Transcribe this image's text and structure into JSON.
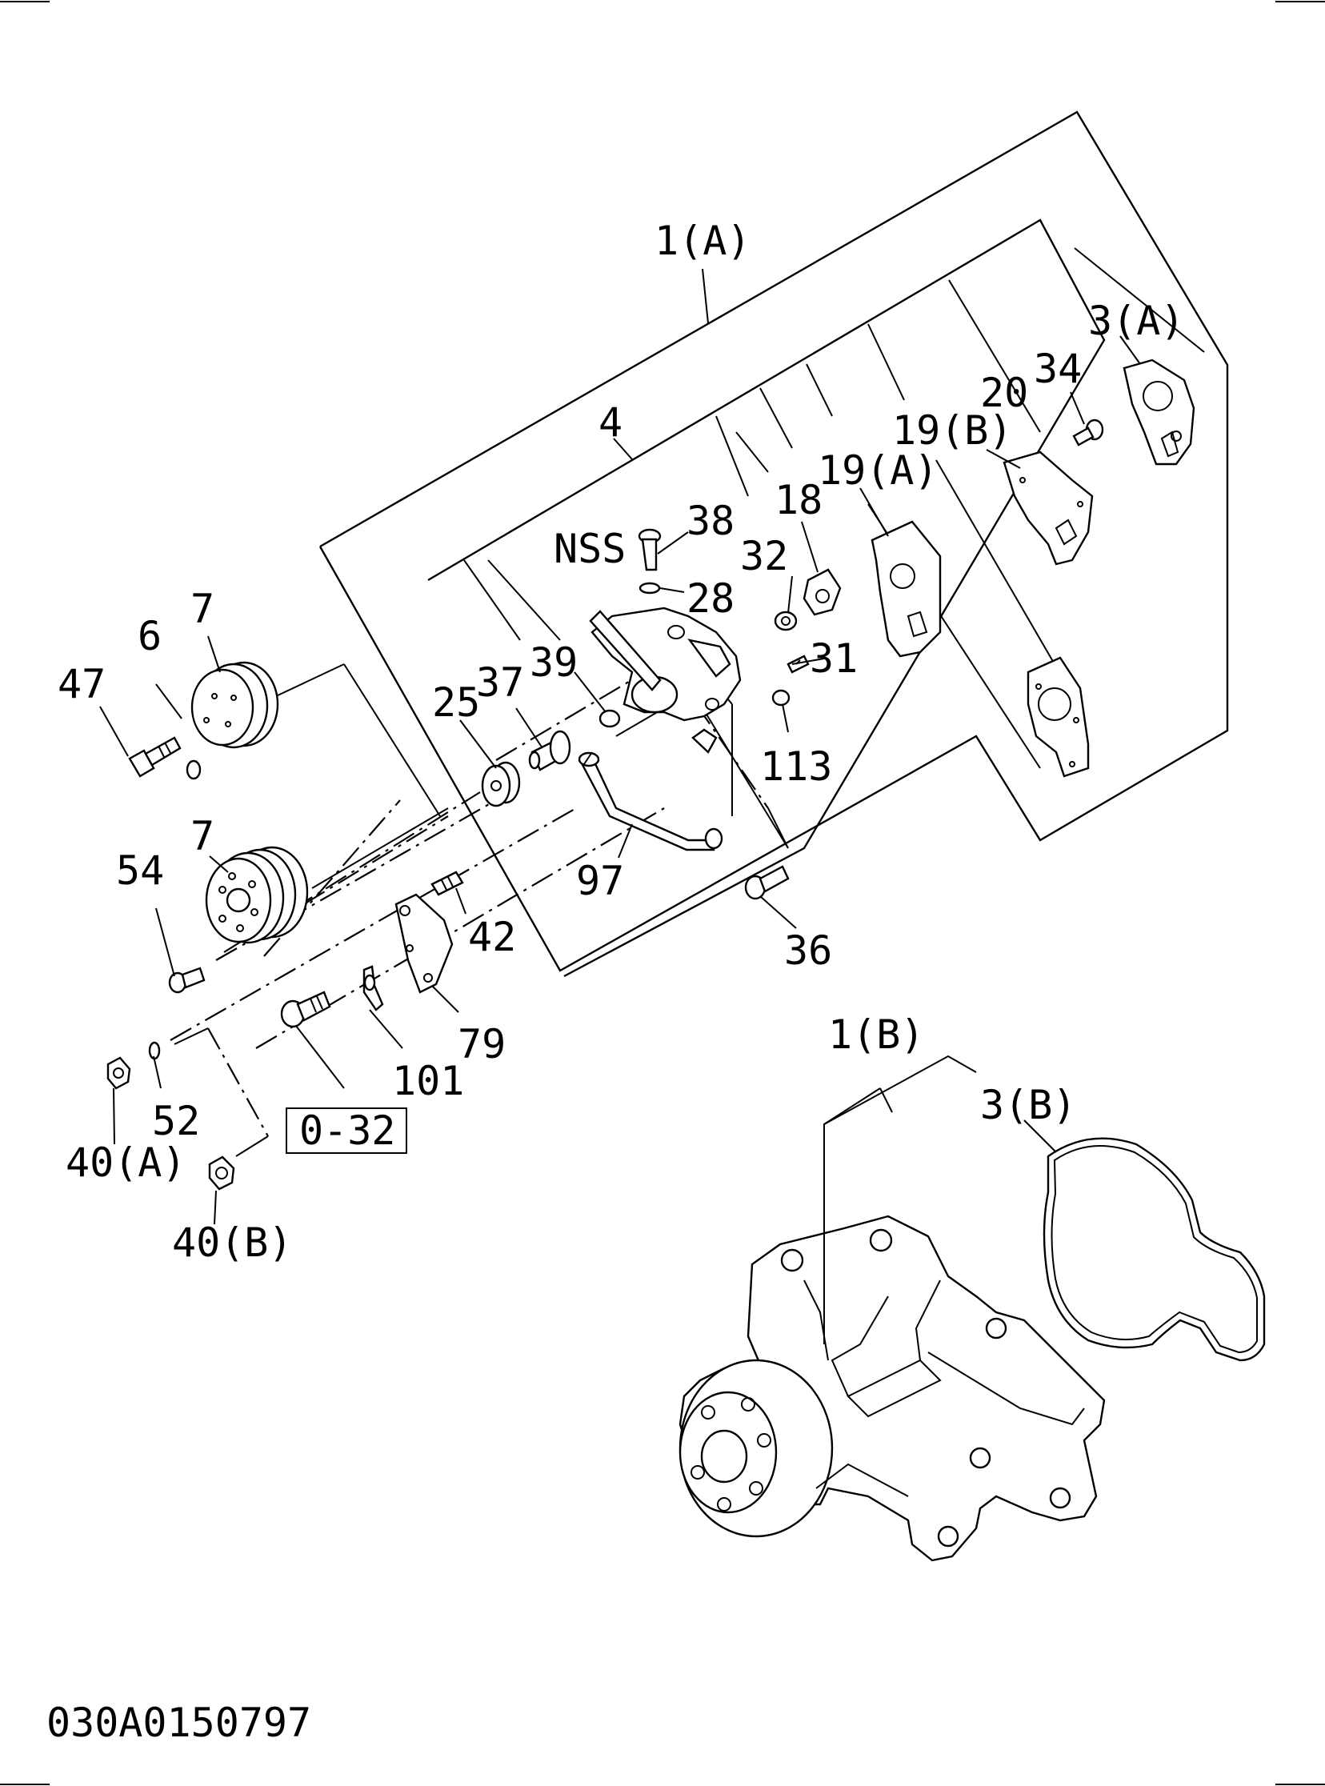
{
  "diagram": {
    "drawing_number": "030A0150797",
    "reference_box": "0-32",
    "callouts": {
      "c1A": "1(A)",
      "c1B": "1(B)",
      "c3A": "3(A)",
      "c3B": "3(B)",
      "c4": "4",
      "c6": "6",
      "c7a": "7",
      "c7b": "7",
      "c18": "18",
      "c19A": "19(A)",
      "c19B": "19(B)",
      "c20": "20",
      "c25": "25",
      "c28": "28",
      "c31": "31",
      "c32": "32",
      "c34": "34",
      "c36": "36",
      "c37": "37",
      "c38": "38",
      "c39": "39",
      "c40A": "40(A)",
      "c40B": "40(B)",
      "c42": "42",
      "c47": "47",
      "c52": "52",
      "c54": "54",
      "c79": "79",
      "c97": "97",
      "c101": "101",
      "c113": "113",
      "cNSS": "NSS"
    }
  }
}
